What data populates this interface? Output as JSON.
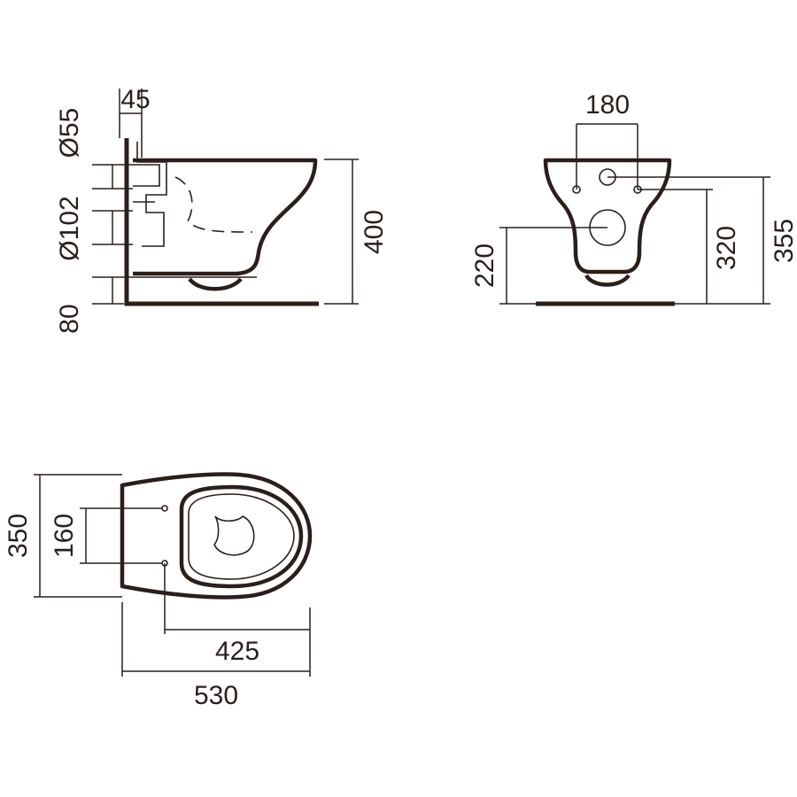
{
  "side_view": {
    "dim_width_45": "45",
    "dim_diameter_55": "Ø55",
    "dim_diameter_102": "Ø102",
    "dim_height_80": "80",
    "dim_height_400": "400"
  },
  "front_view": {
    "dim_width_180": "180",
    "dim_height_220": "220",
    "dim_height_320": "320",
    "dim_height_355": "355"
  },
  "top_view": {
    "dim_width_350": "350",
    "dim_width_160": "160",
    "dim_length_425": "425",
    "dim_length_530": "530"
  },
  "colors": {
    "ink": "#2a1f1a",
    "background": "#ffffff"
  }
}
